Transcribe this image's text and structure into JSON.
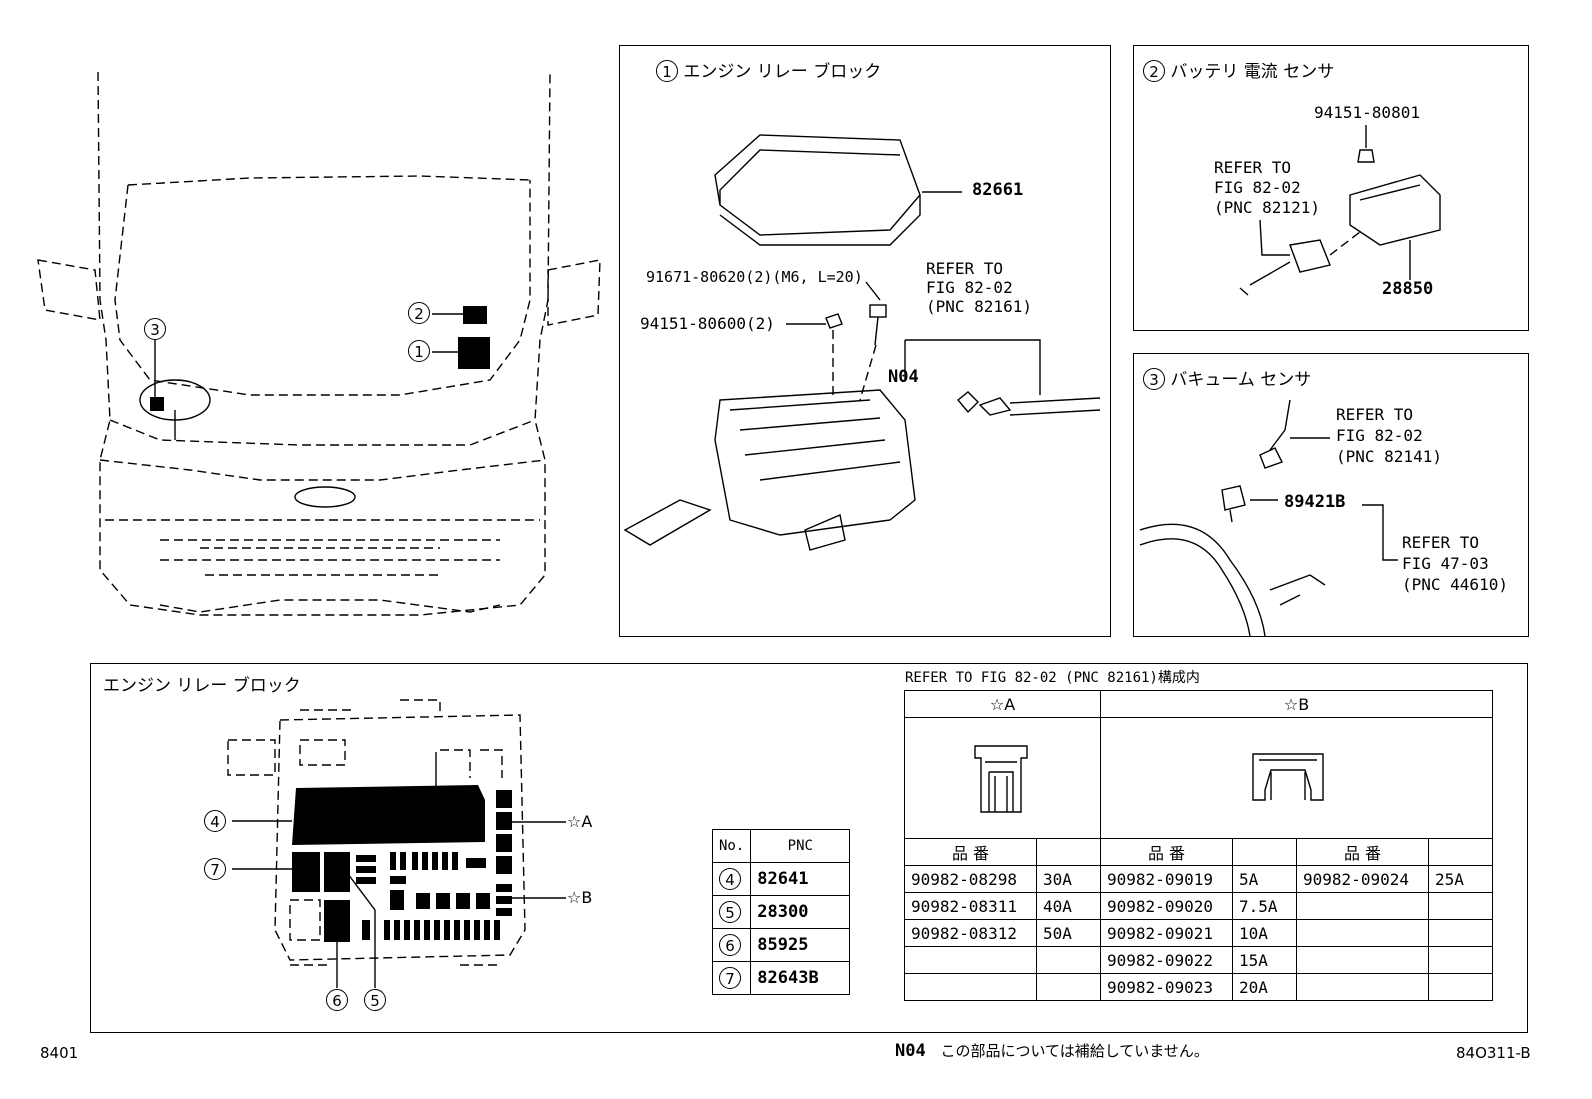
{
  "panel1": {
    "title": "エンジン リレー ブロック",
    "callout_cover": "82661",
    "bolt_label": "91671-80620(2)(M6, L=20)",
    "nut_label": "94151-80600(2)",
    "refer": [
      "REFER TO",
      "FIG 82-02",
      "(PNC 82161)"
    ],
    "n04": "N04"
  },
  "panel2": {
    "title": "バッテリ 電流 センサ",
    "nut": "94151-80801",
    "refer": [
      "REFER TO",
      "FIG 82-02",
      "(PNC 82121)"
    ],
    "sensor": "28850"
  },
  "panel3": {
    "title": "バキューム センサ",
    "refer1": [
      "REFER TO",
      "FIG 82-02",
      "(PNC 82141)"
    ],
    "sensor": "89421B",
    "refer2": [
      "REFER TO",
      "FIG 47-03",
      "(PNC 44610)"
    ]
  },
  "bottom": {
    "title": "エンジン リレー ブロック",
    "star_a": "☆A",
    "star_b": "☆B",
    "pnc_table": {
      "headers": [
        "No.",
        "PNC"
      ],
      "rows": [
        {
          "no": "4",
          "pnc": "82641"
        },
        {
          "no": "5",
          "pnc": "28300"
        },
        {
          "no": "6",
          "pnc": "85925"
        },
        {
          "no": "7",
          "pnc": "82643B"
        }
      ]
    },
    "fuse_ref_title": "REFER TO FIG 82-02 (PNC 82161)構成内",
    "col_a": "☆A",
    "col_b": "☆B",
    "hinban": "品 番",
    "fuse_a": [
      {
        "part": "90982-08298",
        "amp": "30A"
      },
      {
        "part": "90982-08311",
        "amp": "40A"
      },
      {
        "part": "90982-08312",
        "amp": "50A"
      }
    ],
    "fuse_b1": [
      {
        "part": "90982-09019",
        "amp": "5A"
      },
      {
        "part": "90982-09020",
        "amp": "7.5A"
      },
      {
        "part": "90982-09021",
        "amp": "10A"
      },
      {
        "part": "90982-09022",
        "amp": "15A"
      },
      {
        "part": "90982-09023",
        "amp": "20A"
      }
    ],
    "fuse_b2": [
      {
        "part": "90982-09024",
        "amp": "25A"
      }
    ]
  },
  "footer": {
    "left": "8401",
    "note_code": "N04",
    "note_text": "この部品については補給していません。",
    "right": "84O311-B"
  },
  "callouts": {
    "c1": "1",
    "c2": "2",
    "c3": "3",
    "c4": "4",
    "c5": "5",
    "c6": "6",
    "c7": "7"
  }
}
